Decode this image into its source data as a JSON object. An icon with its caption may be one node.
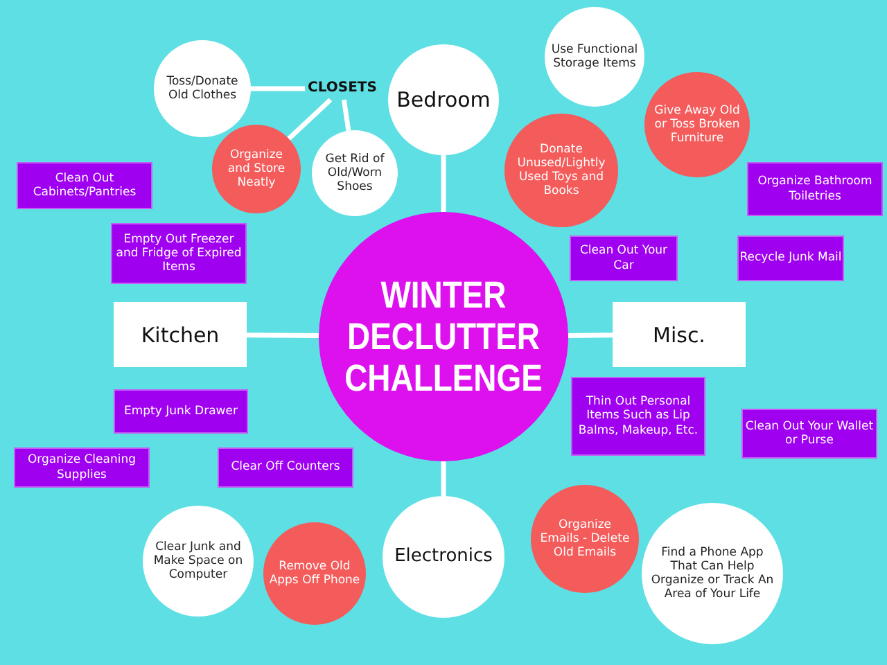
{
  "diagram": {
    "nodes": [
      {
        "text": [
          "WINTER DECLUTTER CHALLENGE"
        ]
      },
      {
        "text": [
          "Bedroom"
        ]
      },
      {
        "text": [
          "Kitchen"
        ]
      },
      {
        "text": [
          "Misc."
        ]
      },
      {
        "text": [
          "Electronics"
        ]
      },
      {
        "text": [
          "CLOSETS"
        ]
      },
      {
        "text": [
          "Toss/Donate Old Clothes"
        ]
      },
      {
        "text": [
          "Organize and Store Neatly"
        ]
      },
      {
        "text": [
          "Get Rid of Old/Worn Shoes"
        ]
      },
      {
        "text": [
          "Use Functional Storage Items"
        ]
      },
      {
        "text": [
          "Donate Unused/Lightly Used Toys and Books"
        ]
      },
      {
        "text": [
          "Give Away Old or Toss Broken Furniture"
        ]
      },
      {
        "text": [
          "Clean Out Cabinets/Pantries"
        ]
      },
      {
        "text": [
          "Empty Out Freezer and Fridge of Expired Items"
        ]
      },
      {
        "text": [
          "Organize Bathroom Toiletries"
        ]
      },
      {
        "text": [
          "Clean Out Your Car"
        ]
      },
      {
        "text": [
          "Recycle Junk Mail"
        ]
      },
      {
        "text": [
          "Empty Junk Drawer"
        ]
      },
      {
        "text": [
          "Organize Cleaning Supplies"
        ]
      },
      {
        "text": [
          "Clear Off Counters"
        ]
      },
      {
        "text": [
          "Thin Out Personal Items Such as Lip Balms, Makeup, Etc."
        ]
      },
      {
        "text": [
          "Clean Out Your Wallet or Purse"
        ]
      },
      {
        "text": [
          "Clear Junk and Make Space on Computer"
        ]
      },
      {
        "text": [
          "Remove Old Apps Off Phone"
        ]
      },
      {
        "text": [
          "Organize Emails - Delete Old Emails"
        ]
      },
      {
        "text": [
          "Find a Phone App That Can Help Organize or Track An Area of Your Life"
        ]
      }
    ],
    "edges": [
      {
        "from": 0,
        "to": 1,
        "arrow": "none"
      },
      {
        "from": 0,
        "to": 2,
        "arrow": "none"
      },
      {
        "from": 0,
        "to": 3,
        "arrow": "none"
      },
      {
        "from": 0,
        "to": 4,
        "arrow": "none"
      },
      {
        "from": 5,
        "to": 6,
        "arrow": "none"
      },
      {
        "from": 5,
        "to": 7,
        "arrow": "none"
      },
      {
        "from": 5,
        "to": 8,
        "arrow": "none"
      }
    ]
  }
}
